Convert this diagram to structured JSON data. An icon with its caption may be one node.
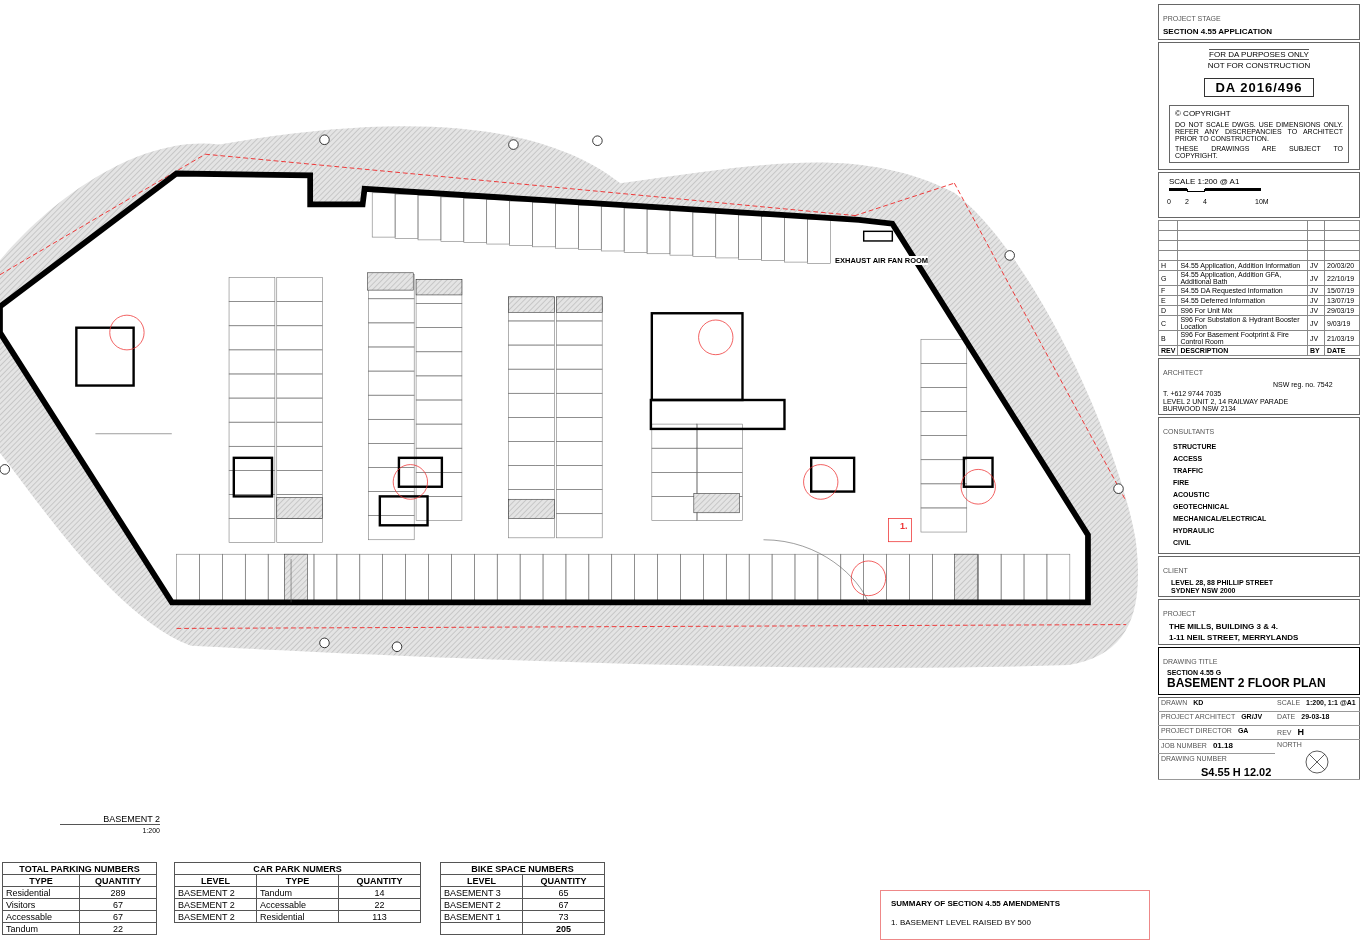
{
  "diagram": {
    "labels": [
      "PROJECT STAGE",
      "SECTION 4.55 APPLICATION",
      "FOR DA PURPOSES ONLY",
      "NOT FOR CONSTRUCTION",
      "DA 2016/496",
      "© COPYRIGHT",
      "DO NOT SCALE DWGS. USE DIMENSIONS ONLY. REFER ANY DISCREPANCIES TO ARCHITECT PRIOR TO CONSTRUCTION.",
      "THESE DRAWINGS ARE SUBJECT TO COPYRIGHT.",
      "SCALE 1:200 @ A1",
      "0",
      "2",
      "4",
      "10M",
      "H",
      "S4.55 Application, Addition Information",
      "JV",
      "20/03/20",
      "G",
      "S4.55 Application, Addition GFA, Additional Bath",
      "JV",
      "22/10/19",
      "F",
      "S4.55 DA Requested Information",
      "JV",
      "15/07/19",
      "E",
      "S4.55 Deferred Information",
      "JV",
      "13/07/19",
      "D",
      "S96 For Unit Mix",
      "JV",
      "29/03/19",
      "C",
      "S96 For Substation & Hydrant Booster Location",
      "JV",
      "9/03/19",
      "B",
      "S96 For Basement Footprint & Fire Control Room",
      "JV",
      "21/03/19",
      "REV",
      "DESCRIPTION",
      "BY",
      "DATE",
      "ARCHITECT",
      "NSW reg. no. 7542",
      "T. +612 9744 7035",
      "LEVEL 2 UNIT 2, 14 RAILWAY PARADE BURWOOD NSW 2134",
      "CONSULTANTS",
      "STRUCTURE",
      "ACCESS",
      "TRAFFIC",
      "FIRE",
      "ACOUSTIC",
      "GEOTECHNICAL",
      "MECHANICAL/ELECTRICAL",
      "HYDRAULIC",
      "CIVIL",
      "CLIENT",
      "LEVEL 28, 88 PHILLIP STREET",
      "SYDNEY NSW 2000",
      "PROJECT",
      "THE MILLS, BUILDING 3 & 4.",
      "1-11 NEIL STREET, MERRYLANDS",
      "DRAWING TITLE",
      "SECTION 4.55 G",
      "BASEMENT 2 FLOOR PLAN",
      "DRAWN",
      "KD",
      "SCALE",
      "1:200, 1:1 @A1",
      "PROJECT ARCHITECT",
      "GR/JV",
      "DATE",
      "29-03-18",
      "PROJECT DIRECTOR",
      "GA",
      "REV",
      "H",
      "JOB NUMBER",
      "01.18",
      "NORTH",
      "DRAWING NUMBER",
      "S4.55 H 12.02",
      "EXHAUST AIR FAN ROOM",
      "1.",
      "BASEMENT 2",
      "1:200",
      "TOTAL PARKING NUMBERS",
      "TYPE",
      "QUANTITY",
      "Residential",
      "289",
      "Visitors",
      "67",
      "Accessable",
      "67",
      "Tandum",
      "22",
      "CAR PARK NUMERS",
      "LEVEL",
      "TYPE",
      "QUANTITY",
      "BASEMENT 2",
      "Tandum",
      "14",
      "BASEMENT 2",
      "Accessable",
      "22",
      "BASEMENT 2",
      "Residential",
      "113",
      "BIKE SPACE NUMBERS",
      "LEVEL",
      "QUANTITY",
      "BASEMENT 3",
      "65",
      "BASEMENT 2",
      "67",
      "BASEMENT 1",
      "73",
      "205",
      "SUMMARY OF SECTION 4.55 AMENDMENTS",
      "1. BASEMENT LEVEL RAISED BY 500"
    ]
  }
}
